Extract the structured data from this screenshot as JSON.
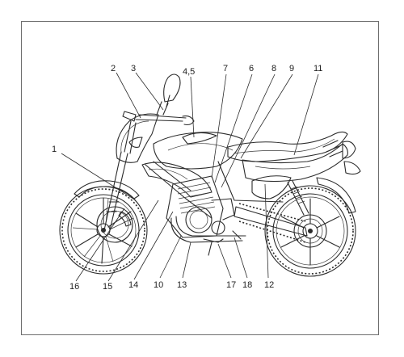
{
  "diagram": {
    "callouts": [
      {
        "id": "c1",
        "text": "1"
      },
      {
        "id": "c2",
        "text": "2"
      },
      {
        "id": "c3",
        "text": "3"
      },
      {
        "id": "c45",
        "text": "4,5"
      },
      {
        "id": "c7",
        "text": "7"
      },
      {
        "id": "c6",
        "text": "6"
      },
      {
        "id": "c8",
        "text": "8"
      },
      {
        "id": "c9",
        "text": "9"
      },
      {
        "id": "c11",
        "text": "11"
      },
      {
        "id": "c16",
        "text": "16"
      },
      {
        "id": "c15",
        "text": "15"
      },
      {
        "id": "c14",
        "text": "14"
      },
      {
        "id": "c10",
        "text": "10"
      },
      {
        "id": "c13",
        "text": "13"
      },
      {
        "id": "c17",
        "text": "17"
      },
      {
        "id": "c18",
        "text": "18"
      },
      {
        "id": "c12",
        "text": "12"
      }
    ]
  }
}
